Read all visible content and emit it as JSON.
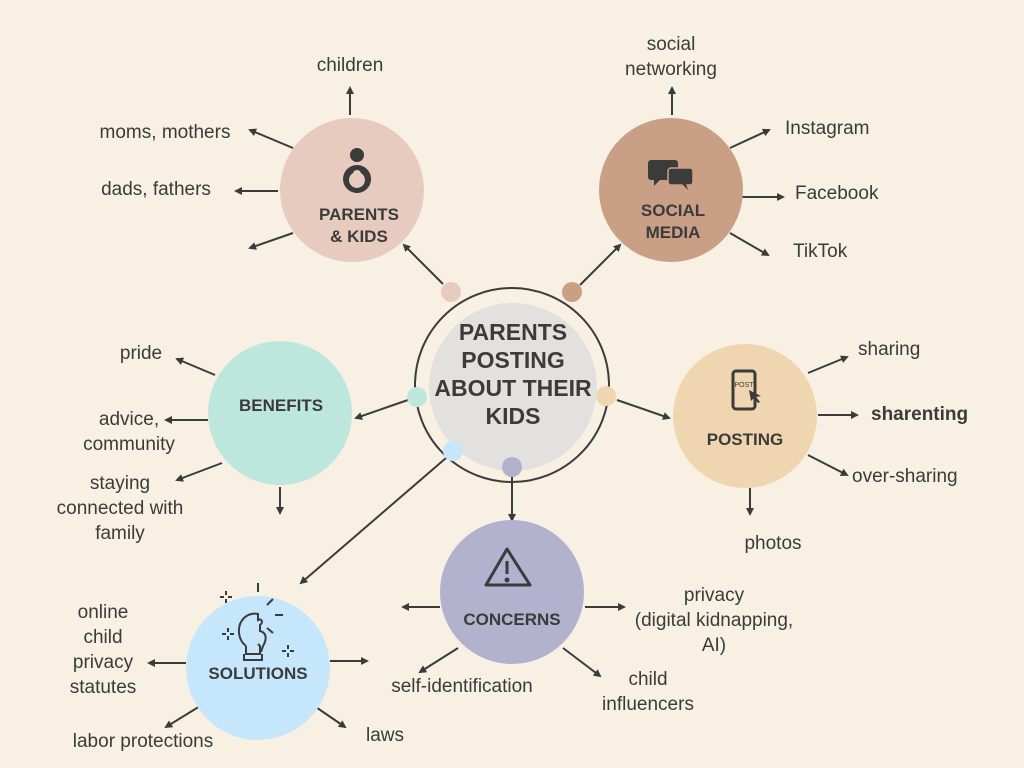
{
  "center": {
    "title_lines": [
      "PARENTS",
      "POSTING",
      "ABOUT THEIR",
      "KIDS"
    ]
  },
  "nodes": {
    "parents": {
      "lines": [
        "PARENTS",
        "& KIDS"
      ],
      "icon": "parent-child-icon",
      "color": "#e8cbbf",
      "leaves": [
        "children",
        "moms, mothers",
        "dads, fathers"
      ]
    },
    "social": {
      "lines": [
        "SOCIAL",
        "MEDIA"
      ],
      "icon": "chat-bubbles-icon",
      "color": "#c9a086",
      "leaves": [
        "social",
        "networking",
        "Instagram",
        "Facebook",
        "TikTok"
      ]
    },
    "benefits": {
      "label": "BENEFITS",
      "color": "#bde6dd",
      "leaves": [
        "pride",
        "advice,",
        "community",
        "staying",
        "connected with",
        "family"
      ]
    },
    "posting": {
      "label": "POSTING",
      "icon": "phone-post-icon",
      "icon_text": "POST",
      "color": "#f0d6b0",
      "leaves": [
        "sharing",
        "sharenting",
        "over-sharing",
        "photos"
      ]
    },
    "concerns": {
      "label": "CONCERNS",
      "icon": "warning-icon",
      "color": "#b2b2cf",
      "leaves": [
        "privacy",
        "(digital kidnapping,",
        "AI)",
        "self-identification",
        "child",
        "influencers"
      ]
    },
    "solutions": {
      "label": "SOLUTIONS",
      "icon": "lightbulb-puzzle-icon",
      "color": "#c6e7fb",
      "leaves": [
        "online",
        "child",
        "privacy",
        "statutes",
        "labor protections",
        "laws"
      ]
    }
  }
}
